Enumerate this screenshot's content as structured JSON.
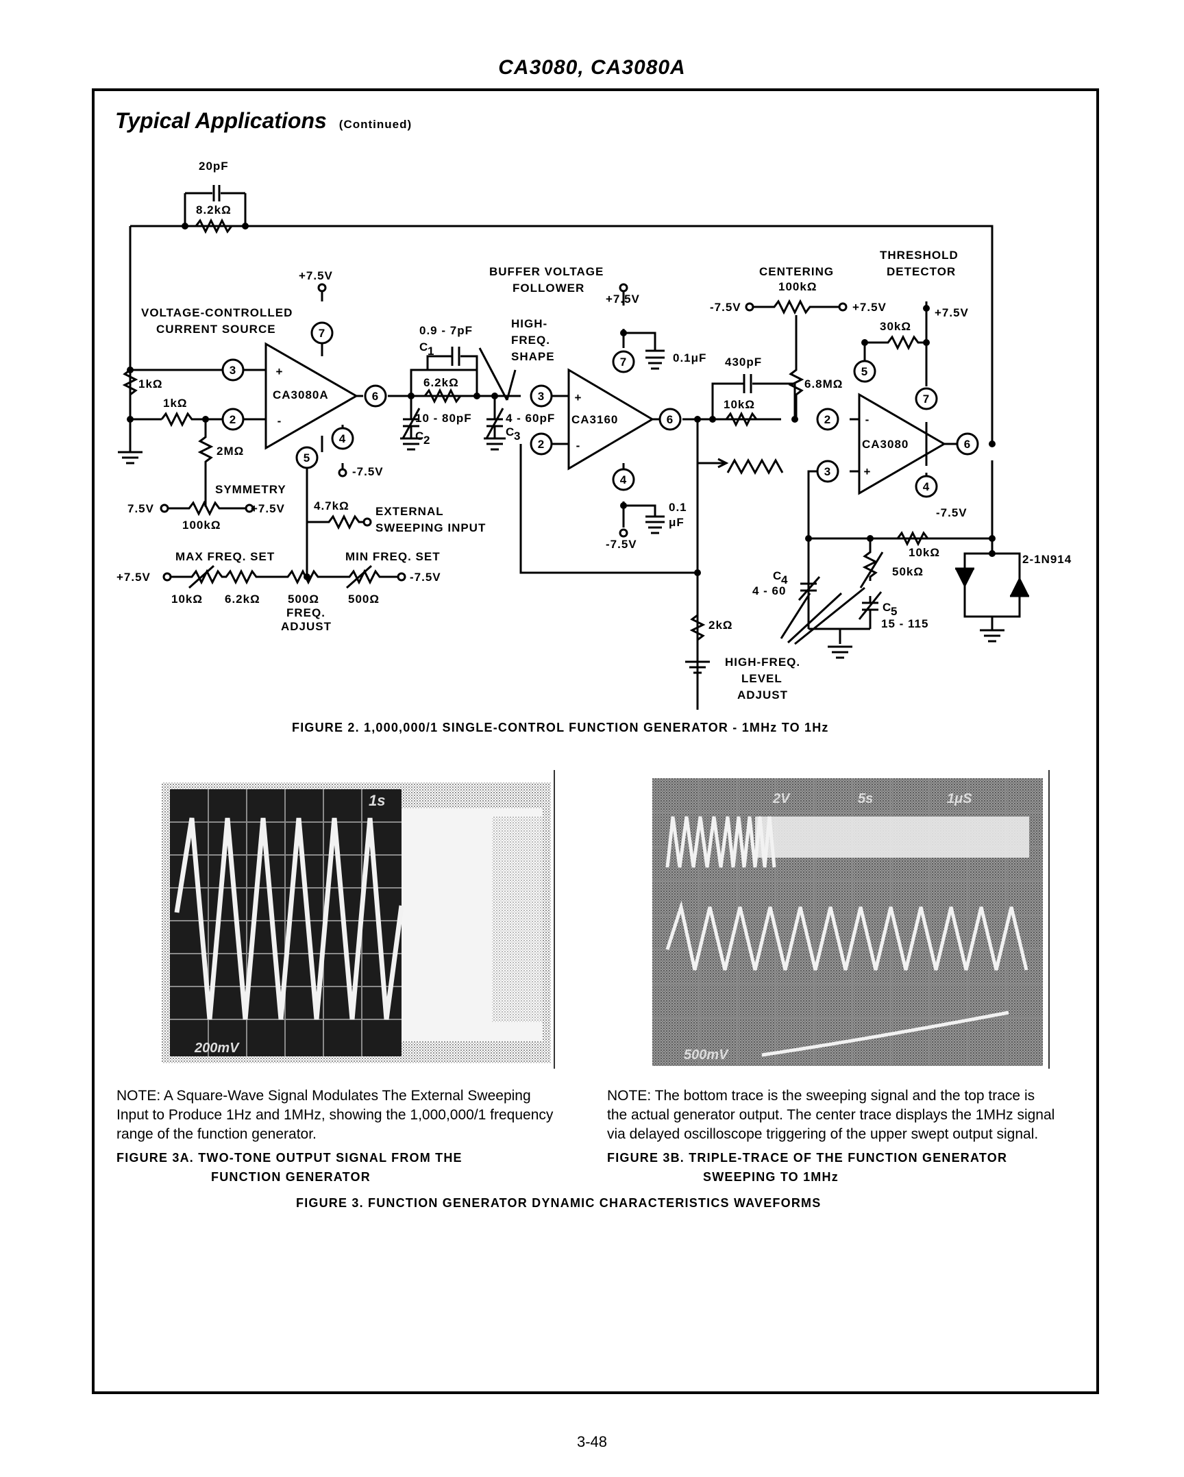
{
  "header": "CA3080, CA3080A",
  "section": {
    "title": "Typical Applications",
    "sub": "(Continued)"
  },
  "circuit": {
    "labels": {
      "c20pf": "20pF",
      "r82k": "8.2kΩ",
      "v75a": "+7.5V",
      "vccs1": "VOLTAGE-CONTROLLED",
      "vccs2": "CURRENT SOURCE",
      "r1ka": "1kΩ",
      "r1kb": "1kΩ",
      "ca3080a": "CA3080A",
      "r2m": "2MΩ",
      "vneg75a": "-7.5V",
      "symmetry": "SYMMETRY",
      "v75b": "7.5V",
      "v75c": "+7.5V",
      "r100ka": "100kΩ",
      "r47k": "4.7kΩ",
      "ext1": "EXTERNAL",
      "ext2": "SWEEPING INPUT",
      "maxf": "MAX FREQ. SET",
      "minf": "MIN FREQ. SET",
      "v75d": "+7.5V",
      "vneg75b": "-7.5V",
      "r10ka": "10kΩ",
      "r62ka": "6.2kΩ",
      "r500a": "500Ω",
      "r500b": "500Ω",
      "fa1": "FREQ.",
      "fa2": "ADJUST",
      "c1v": "0.9 - 7pF",
      "c1": "C",
      "c1s": "1",
      "r62kb": "6.2kΩ",
      "c2v": "10 - 80pF",
      "c2": "C",
      "c2s": "2",
      "hf1": "HIGH-",
      "hf2": "FREQ.",
      "hf3": "SHAPE",
      "c3v": "4 - 60pF",
      "c3": "C",
      "c3s": "3",
      "buf1": "BUFFER VOLTAGE",
      "buf2": "FOLLOWER",
      "v75e": "+7.5V",
      "c01": "0.1μF",
      "ca3160": "CA3160",
      "c01b1": "0.1",
      "c01b2": "μF",
      "vneg75c": "-7.5V",
      "r2k": "2kΩ",
      "cen": "CENTERING",
      "r100kb": "100kΩ",
      "vneg75d": "-7.5V",
      "v75f": "+7.5V",
      "c430": "430pF",
      "r10kb": "10kΩ",
      "r68m": "6.8MΩ",
      "thr1": "THRESHOLD",
      "thr2": "DETECTOR",
      "v75g": "+7.5V",
      "r30k": "30kΩ",
      "ca3080": "CA3080",
      "vneg75e": "-7.5V",
      "r10kc": "10kΩ",
      "diode": "2-1N914",
      "c4": "C",
      "c4s": "4",
      "c4v": "4 - 60",
      "r50k": "50kΩ",
      "c5": "C",
      "c5s": "5",
      "c5v": "15 - 115",
      "hfl1": "HIGH-FREQ.",
      "hfl2": "LEVEL",
      "hfl3": "ADJUST",
      "p3a": "3",
      "p2a": "2",
      "p7a": "7",
      "p6a": "6",
      "p4a": "4",
      "p5a": "5",
      "p3b": "3",
      "p2b": "2",
      "p7b": "7",
      "p6b": "6",
      "p4b": "4",
      "p2c": "2",
      "p3c": "3",
      "p5c": "5",
      "p7c": "7",
      "p6c": "6",
      "p4c": "4",
      "plus": "+",
      "minus": "-"
    },
    "caption": "FIGURE 2.  1,000,000/1 SINGLE-CONTROL FUNCTION GENERATOR - 1MHz TO 1Hz"
  },
  "fig3a": {
    "scope_labels": {
      "top": "1s",
      "bottom": "200mV"
    },
    "note_1": "NOTE:  A Square-Wave Signal Modulates The External Sweeping",
    "note_2": "Input to Produce 1Hz and 1MHz, showing the 1,000,000/1 frequency",
    "note_3": "range of the function generator.",
    "caption_1": "FIGURE 3A.  TWO-TONE OUTPUT SIGNAL FROM THE",
    "caption_2": "FUNCTION GENERATOR"
  },
  "fig3b": {
    "scope_labels": {
      "t1": "2V",
      "t2": "5s",
      "t3": "1μS",
      "bottom": "500mV"
    },
    "note_1": "NOTE:  The bottom trace is the sweeping signal and the top trace is",
    "note_2": "the actual generator output. The center trace displays the 1MHz signal",
    "note_3": "via delayed oscilloscope triggering of the upper swept output signal.",
    "caption_1": "FIGURE 3B.  TRIPLE-TRACE OF THE FUNCTION GENERATOR",
    "caption_2": "SWEEPING TO 1MHz"
  },
  "fig3_caption": "FIGURE 3.  FUNCTION GENERATOR DYNAMIC CHARACTERISTICS WAVEFORMS",
  "page_number": "3-48"
}
